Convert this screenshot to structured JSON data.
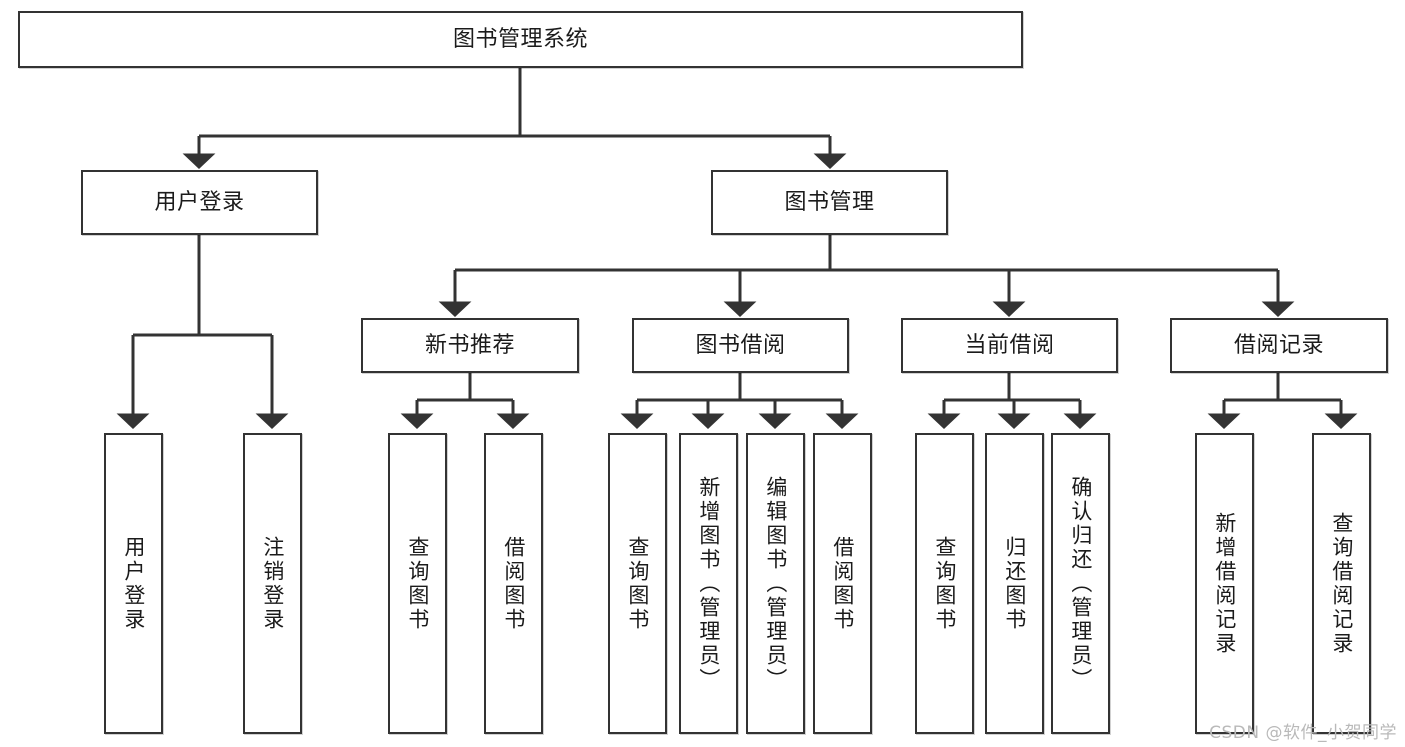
{
  "diagram": {
    "type": "tree-hierarchy-diagram",
    "title": "图书管理系统",
    "colors": {
      "node_border": "#333333",
      "node_fill": "#ffffff",
      "connector": "#333333",
      "text": "#1b1b1b",
      "watermark": "#b9b9b9",
      "background": "#ffffff"
    },
    "levels": {
      "root": {
        "label": "图书管理系统"
      },
      "level2": [
        {
          "label": "用户登录"
        },
        {
          "label": "图书管理"
        }
      ],
      "level3": [
        {
          "label": "新书推荐"
        },
        {
          "label": "图书借阅"
        },
        {
          "label": "当前借阅"
        },
        {
          "label": "借阅记录"
        }
      ],
      "leaves": {
        "user_login": [
          {
            "label": "用户登录"
          },
          {
            "label": "注销登录"
          }
        ],
        "new_book_recommend": [
          {
            "label": "查询图书"
          },
          {
            "label": "借阅图书"
          }
        ],
        "book_borrow": [
          {
            "label": "查询图书"
          },
          {
            "label": "新增图书（管理员）"
          },
          {
            "label": "编辑图书（管理员）"
          },
          {
            "label": "借阅图书"
          }
        ],
        "current_borrow": [
          {
            "label": "查询图书"
          },
          {
            "label": "归还图书"
          },
          {
            "label": "确认归还（管理员）"
          }
        ],
        "borrow_record": [
          {
            "label": "新增借阅记录"
          },
          {
            "label": "查询借阅记录"
          }
        ]
      }
    }
  },
  "watermark": {
    "text": "CSDN @软件_小贺同学"
  }
}
